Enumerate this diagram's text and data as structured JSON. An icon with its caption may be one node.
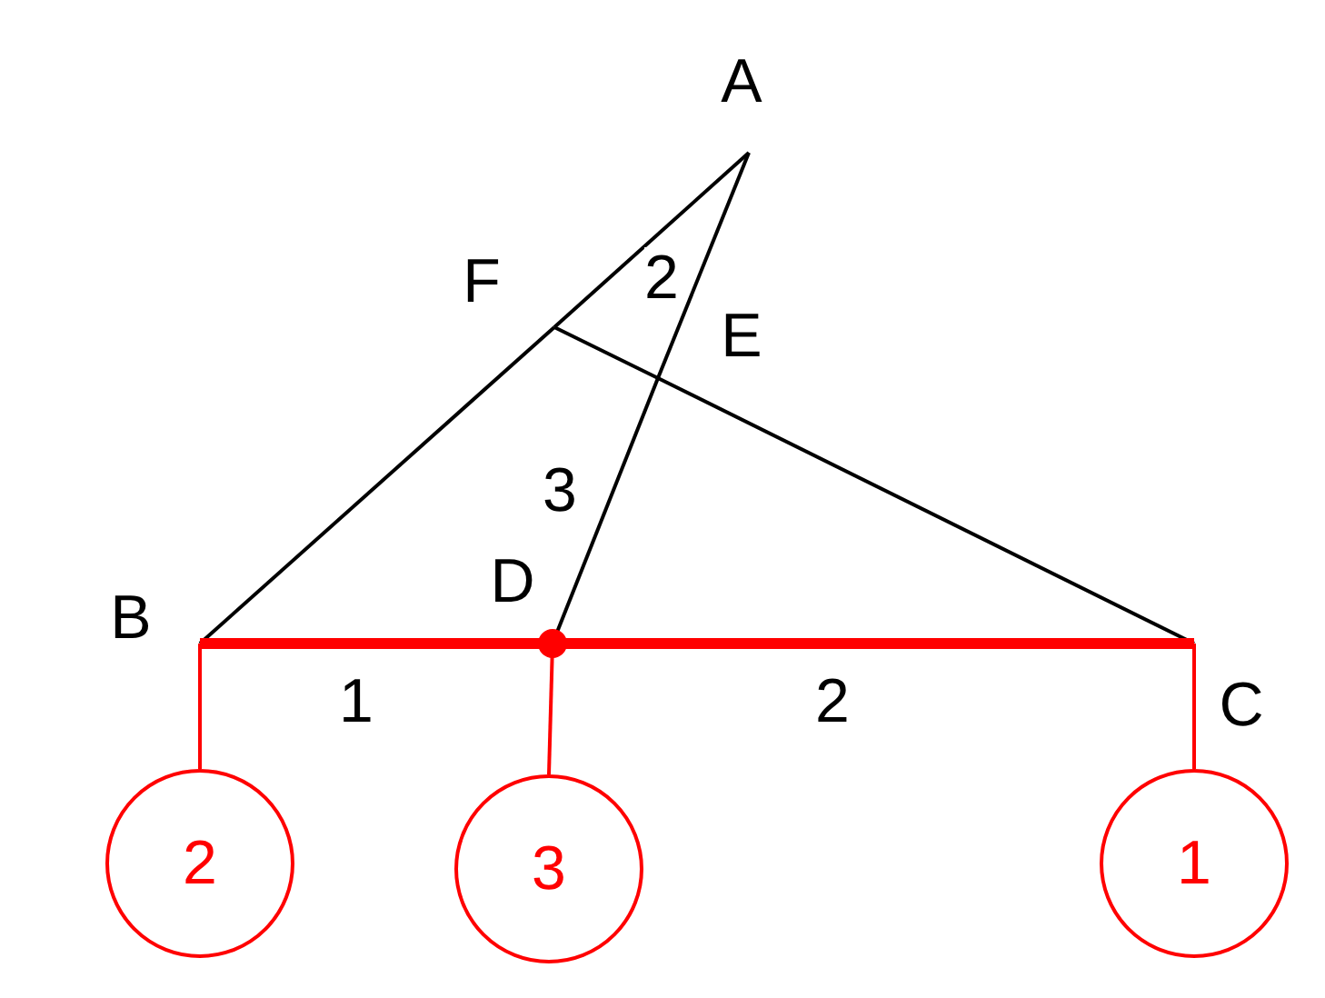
{
  "diagram": {
    "nodes": [
      {
        "text": [
          "A"
        ]
      },
      {
        "text": [
          "F"
        ]
      },
      {
        "text": [
          "E"
        ]
      },
      {
        "text": [
          "B"
        ]
      },
      {
        "text": [
          "D"
        ]
      },
      {
        "text": [
          "C"
        ]
      },
      {
        "text": [
          "2"
        ]
      },
      {
        "text": [
          "3"
        ]
      },
      {
        "text": [
          "1"
        ]
      }
    ],
    "edges": [
      {
        "from": 0,
        "to": 1,
        "arrow": "none"
      },
      {
        "from": 1,
        "to": 3,
        "arrow": "none"
      },
      {
        "from": 0,
        "to": 2,
        "arrow": "none",
        "label": "2"
      },
      {
        "from": 2,
        "to": 4,
        "arrow": "none",
        "label": "3"
      },
      {
        "from": 1,
        "to": 2,
        "arrow": "none"
      },
      {
        "from": 2,
        "to": 5,
        "arrow": "none"
      },
      {
        "from": 3,
        "to": 4,
        "arrow": "none",
        "label": "1",
        "style": "thick",
        "color": "#ff0000"
      },
      {
        "from": 4,
        "to": 5,
        "arrow": "none",
        "label": "2",
        "style": "thick",
        "color": "#ff0000"
      },
      {
        "from": 3,
        "to": 6,
        "arrow": "none",
        "color": "#ff0000"
      },
      {
        "from": 4,
        "to": 7,
        "arrow": "none",
        "color": "#ff0000"
      },
      {
        "from": 5,
        "to": 8,
        "arrow": "none",
        "color": "#ff0000"
      }
    ]
  }
}
